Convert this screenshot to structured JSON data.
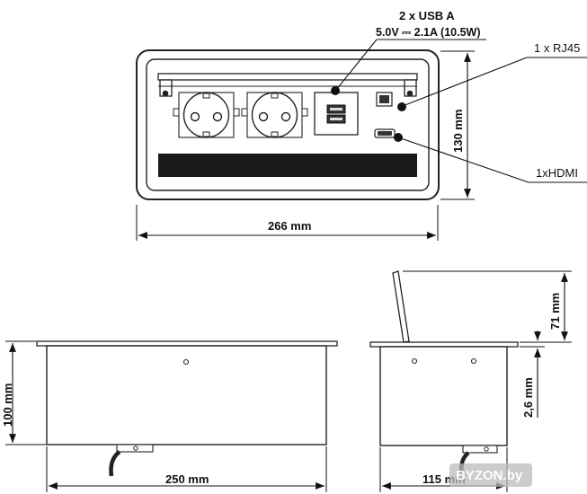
{
  "top_view": {
    "usb_title": "2 x USB  A",
    "usb_spec": "5.0V ⎓ 2.1A (10.5W)",
    "rj45_label": "1 x RJ45",
    "hdmi_label": "1xHDMI",
    "width_dim": "266 mm",
    "height_dim": "130 mm"
  },
  "front_view": {
    "height_dim": "100 mm",
    "width_dim": "250 mm"
  },
  "side_view": {
    "lid_dim": "71 mm",
    "flange_dim": "2,6 mm",
    "depth_dim": "115 mm"
  },
  "watermark": "BYZON.by"
}
